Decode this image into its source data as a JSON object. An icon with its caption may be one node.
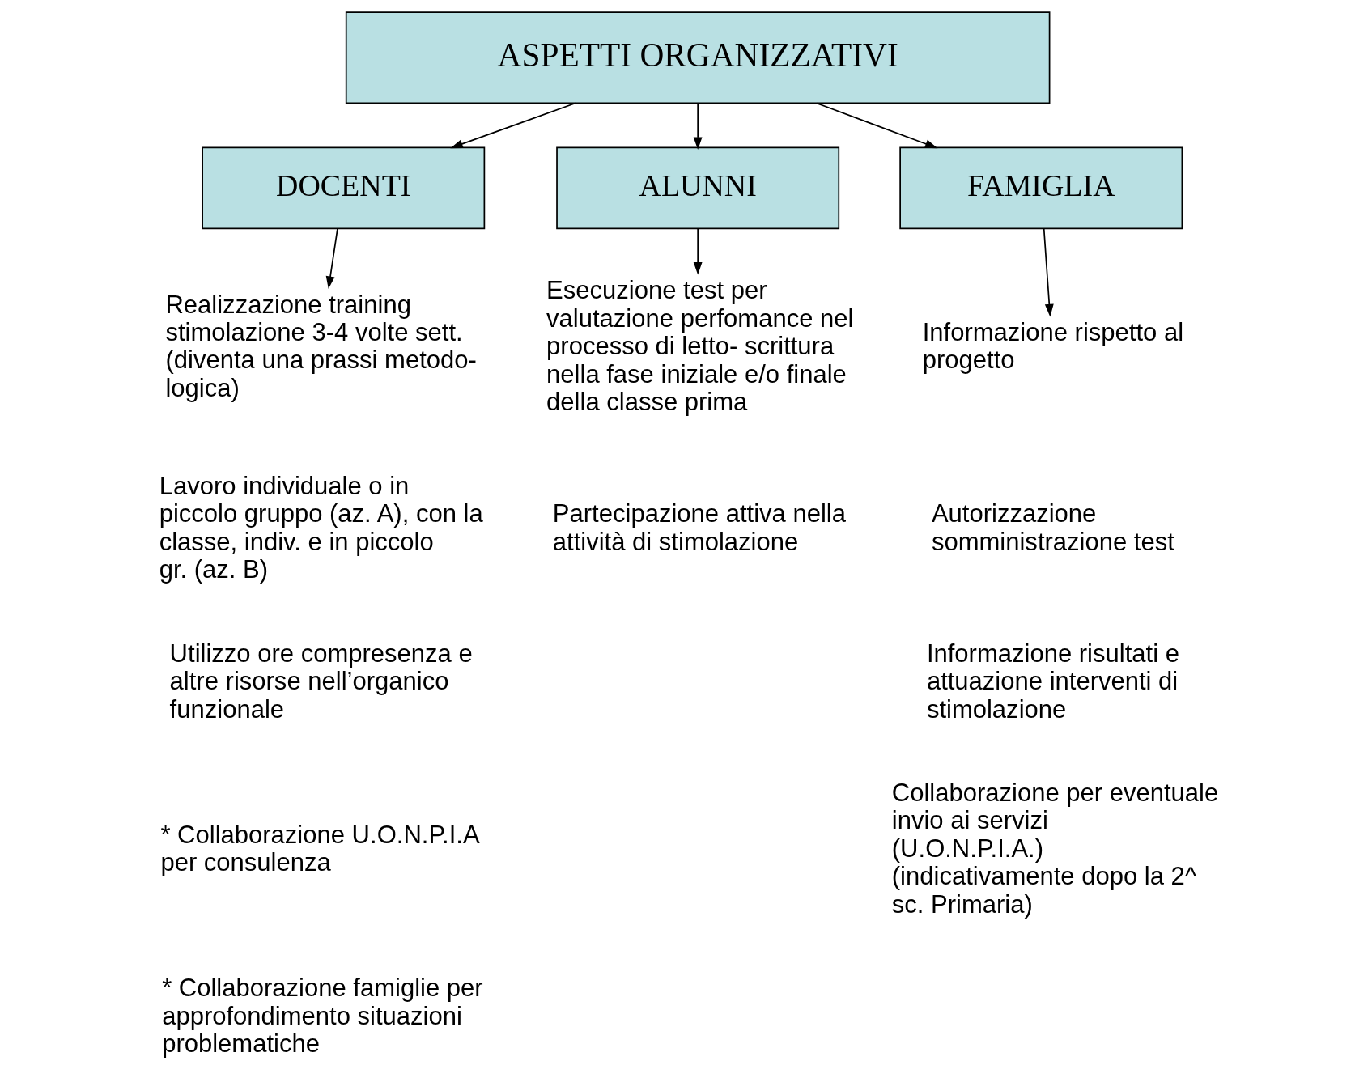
{
  "diagram": {
    "nodes": [
      {
        "text": [
          "ASPETTI ORGANIZZATIVI"
        ]
      },
      {
        "text": [
          "DOCENTI"
        ]
      },
      {
        "text": [
          "ALUNNI"
        ]
      },
      {
        "text": [
          "FAMIGLIA"
        ]
      },
      {
        "text": [
          "Realizzazione training stimolazione 3-4 volte sett. (diventa una prassi metodo- logica)"
        ]
      },
      {
        "text": [
          "Esecuzione test per valutazione perfomance nel processo di letto- scrittura nella fase iniziale e/o finale della classe prima"
        ]
      },
      {
        "text": [
          "Informazione rispetto al progetto"
        ]
      }
    ],
    "edges": [
      {
        "from": 0,
        "to": 1,
        "arrow": "to"
      },
      {
        "from": 0,
        "to": 2,
        "arrow": "to"
      },
      {
        "from": 0,
        "to": 3,
        "arrow": "to"
      },
      {
        "from": 1,
        "to": 4,
        "arrow": "to"
      },
      {
        "from": 2,
        "to": 5,
        "arrow": "to"
      },
      {
        "from": 3,
        "to": 6,
        "arrow": "to"
      }
    ],
    "labels": [
      "Lavoro individuale o in piccolo gruppo (az. A), con la classe, indiv. e in piccolo gr. (az. B)",
      "Utilizzo ore compresenza e altre risorse nell’organico funzionale",
      "* Collaborazione U.O.N.P.I.A per consulenza",
      "* Collaborazione famiglie per approfondimento situazioni problematiche",
      "Partecipazione attiva nella attività di stimolazione",
      "Autorizzazione somministrazione test",
      "Informazione risultati e attuazione interventi di stimolazione",
      "Collaborazione per eventuale invio ai servizi (U.O.N.P.I.A.) (indicativamente dopo la 2^ sc. Primaria)"
    ]
  }
}
